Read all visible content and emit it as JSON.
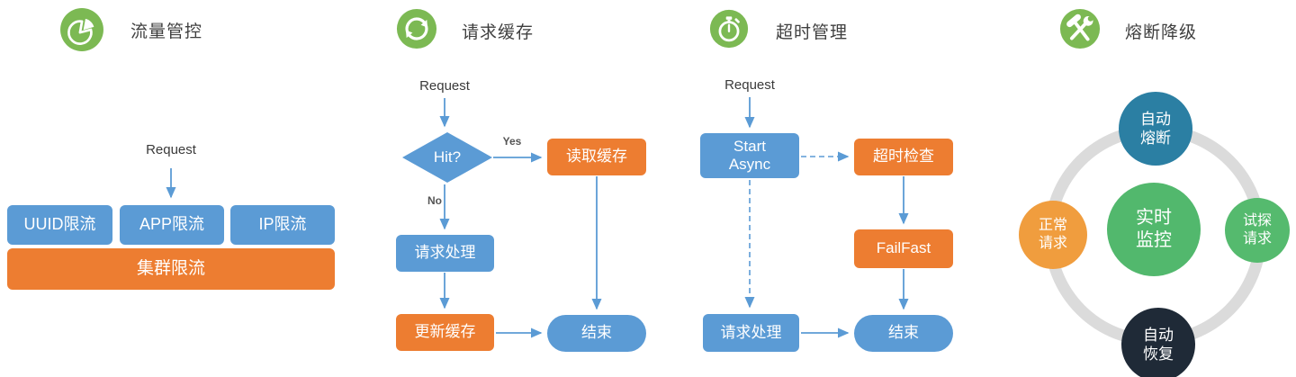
{
  "colors": {
    "icon_green": "#7CB953",
    "flow_blue": "#5B9BD5",
    "flow_orange": "#ED7D31",
    "ring_gray": "#DBDBDB",
    "circle_teal": "#2B7FA3",
    "circle_orange": "#F09D3E",
    "circle_green_center": "#52B86D",
    "circle_green_right": "#55BA6E",
    "circle_dark": "#1F2A37",
    "title_text": "#3f3f3f"
  },
  "sections": {
    "traffic": {
      "title": "流量管控",
      "icon": "pie-chart-icon",
      "request_label": "Request",
      "boxes": {
        "uuid": "UUID限流",
        "app": "APP限流",
        "ip": "IP限流",
        "cluster": "集群限流"
      }
    },
    "cache": {
      "title": "请求缓存",
      "icon": "sync-icon",
      "request_label": "Request",
      "decision": "Hit?",
      "yes": "Yes",
      "no": "No",
      "read_cache": "读取缓存",
      "process": "请求处理",
      "update_cache": "更新缓存",
      "end": "结束"
    },
    "timeout": {
      "title": "超时管理",
      "icon": "stopwatch-icon",
      "request_label": "Request",
      "start_async_line1": "Start",
      "start_async_line2": "Async",
      "timeout_check": "超时检查",
      "failfast": "FailFast",
      "process": "请求处理",
      "end": "结束"
    },
    "circuit": {
      "title": "熔断降级",
      "icon": "tools-icon",
      "top_circle_line1": "自动",
      "top_circle_line2": "熔断",
      "left_circle_line1": "正常",
      "left_circle_line2": "请求",
      "center_circle_line1": "实时",
      "center_circle_line2": "监控",
      "right_circle_line1": "试探",
      "right_circle_line2": "请求",
      "bottom_circle_line1": "自动",
      "bottom_circle_line2": "恢复"
    }
  }
}
